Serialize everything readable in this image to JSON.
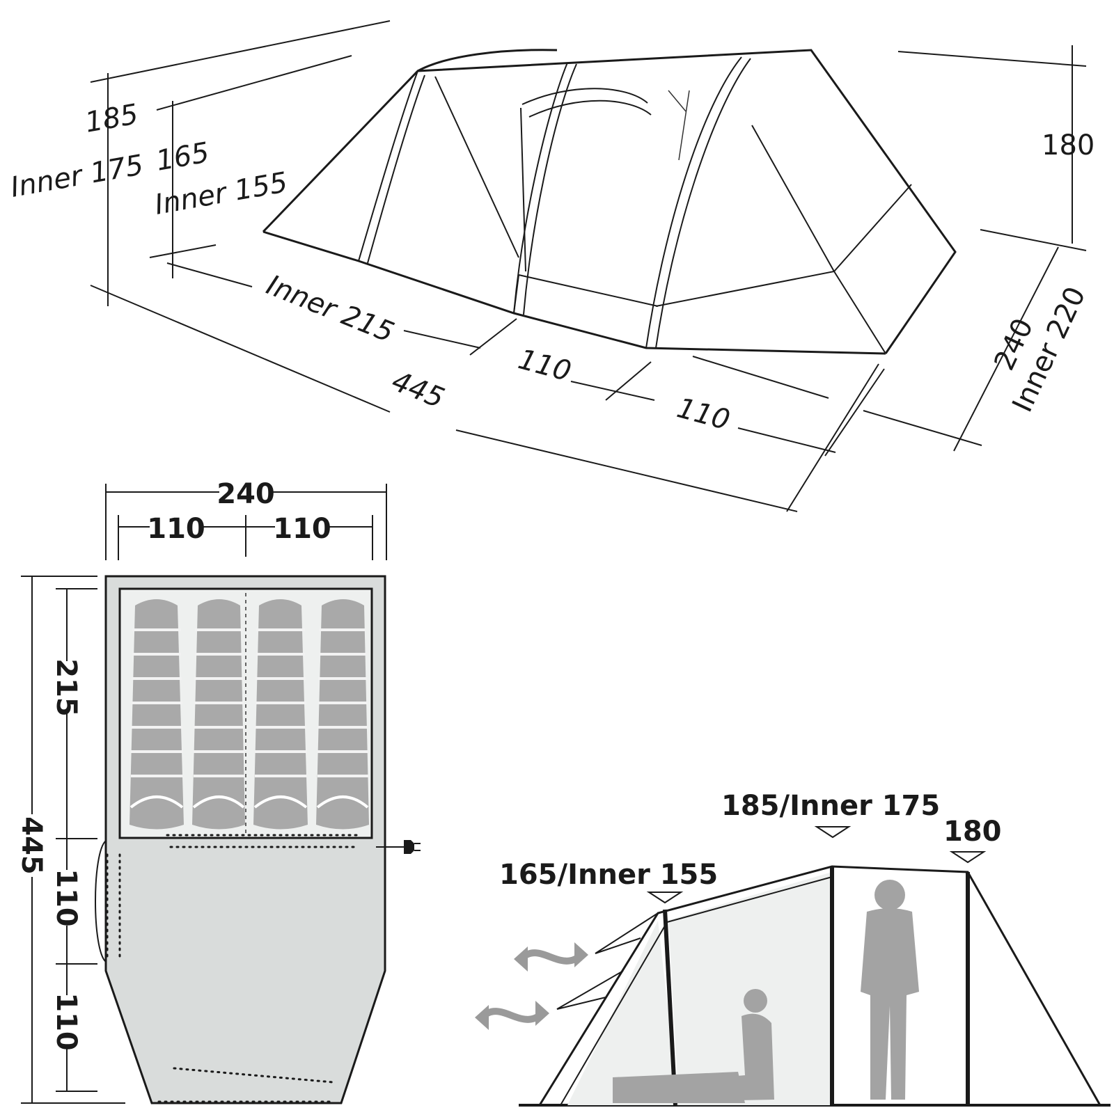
{
  "iso_view": {
    "height_main": "185",
    "height_main_inner": "Inner 175",
    "height_front": "165",
    "height_front_inner": "Inner 155",
    "height_rear": "180",
    "length_inner": "Inner 215",
    "length_total": "445",
    "section_1": "110",
    "section_2": "110",
    "width_total": "240",
    "width_inner": "Inner 220"
  },
  "plan_view": {
    "width_total": "240",
    "width_left": "110",
    "width_right": "110",
    "length_total": "445",
    "length_inner": "215",
    "length_section_1": "110",
    "length_section_2": "110",
    "sleeping_bags": 4,
    "power_plug_icon": "electric-plug-icon"
  },
  "side_view": {
    "label_main": "185/Inner 175",
    "label_rear": "180",
    "label_front": "165/Inner 155",
    "ventilation_icon": "airflow-arrow-icon"
  },
  "colors": {
    "line": "#1a1a1a",
    "floor_fill": "#d9dcdb",
    "inner_fill": "#eef0ef",
    "sleeping_bag": "#a9a9a9",
    "person": "#a3a3a3",
    "arrow": "#9a9a9a"
  }
}
